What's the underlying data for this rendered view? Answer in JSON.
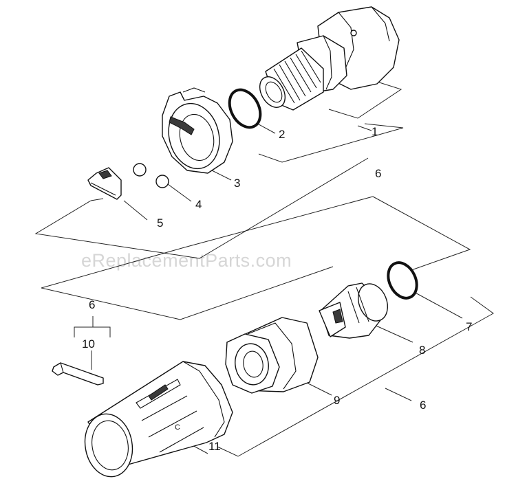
{
  "watermark": "eReplacementParts.com",
  "callouts": {
    "c1": "1",
    "c2": "2",
    "c3": "3",
    "c4": "4",
    "c5": "5",
    "c6_top": "6",
    "c6_bottom": "6",
    "c6_left": "6",
    "c7": "7",
    "c8": "8",
    "c9": "9",
    "c10": "10",
    "c11": "11"
  }
}
